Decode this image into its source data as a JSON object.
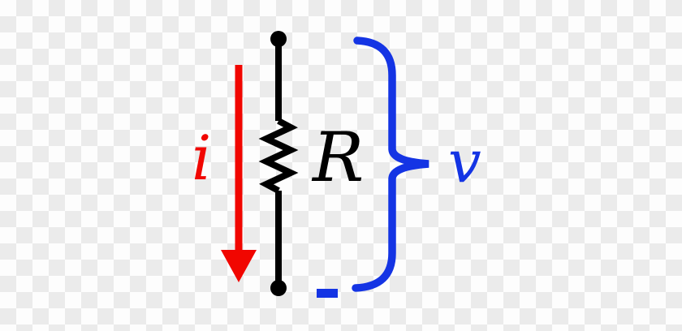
{
  "diagram": {
    "type": "circuit-schematic",
    "description": "Single resistor element with reference current direction and voltage polarity (passive sign convention)",
    "labels": {
      "current": "i",
      "resistance": "R",
      "voltage": "v",
      "polarity_minus": "−"
    },
    "colors": {
      "current_red": "#f10600",
      "voltage_blue": "#1434e4",
      "circuit_black": "#000000",
      "checker_light": "#fdfdfd",
      "checker_dark": "#ebebeb"
    }
  }
}
